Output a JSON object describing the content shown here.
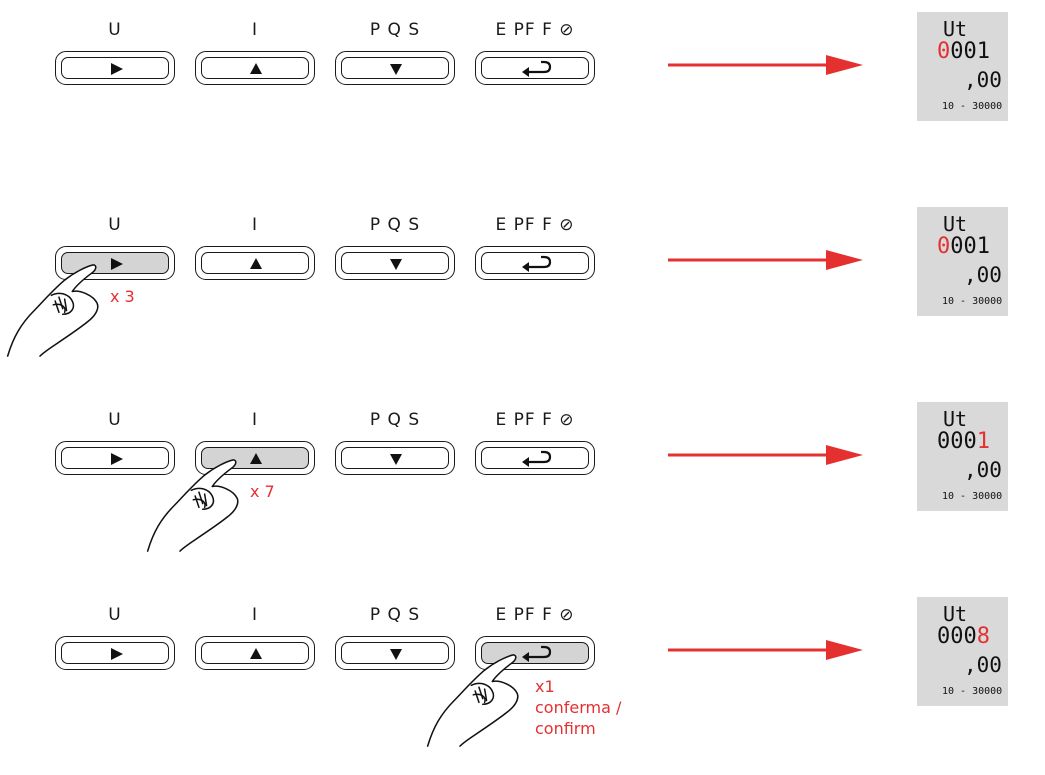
{
  "buttons": [
    {
      "label": "U",
      "symbol": "right-triangle-icon"
    },
    {
      "label": "I",
      "symbol": "up-triangle-icon"
    },
    {
      "label": "P Q S",
      "symbol": "down-triangle-icon"
    },
    {
      "label": "E PF F ⊘",
      "symbol": "enter-arrow-icon"
    }
  ],
  "steps": [
    {
      "pressed": null,
      "count": "",
      "display": {
        "top": "Ut",
        "pre": "",
        "blink": "0",
        "post": "001",
        "dec": ",00",
        "range": "10 - 30000"
      }
    },
    {
      "pressed": 0,
      "count": "x 3",
      "display": {
        "top": "Ut",
        "pre": "",
        "blink": "0",
        "post": "001",
        "dec": ",00",
        "range": "10 - 30000"
      }
    },
    {
      "pressed": 1,
      "count": "x 7",
      "display": {
        "top": "Ut",
        "pre": "000",
        "blink": "1",
        "post": "",
        "dec": ",00",
        "range": "10 - 30000"
      }
    },
    {
      "pressed": 3,
      "count_lines": [
        "x1",
        "conferma /",
        "confirm"
      ],
      "display": {
        "top": "Ut",
        "pre": "000",
        "blink": "8",
        "post": "",
        "dec": ",00",
        "range": "10 - 30000"
      }
    }
  ],
  "colors": {
    "accent": "#e53030",
    "button_pressed": "#d4d4d4",
    "lcd_bg": "#d9d9d9"
  }
}
